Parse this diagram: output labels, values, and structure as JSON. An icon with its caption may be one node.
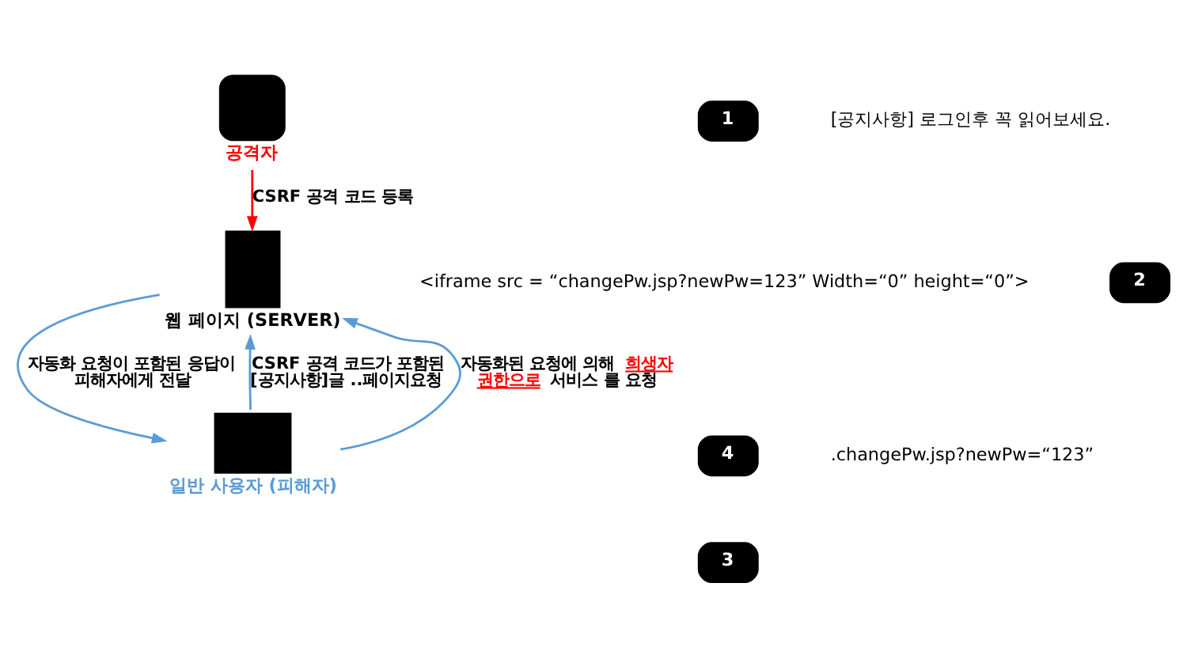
{
  "diagram": {
    "nodes": [
      {
        "text": [],
        "shape": "person",
        "beside": [
          "공격자"
        ]
      },
      {
        "text": [],
        "shape": "server",
        "beside": [
          "웹 페이지 (SERVER)"
        ]
      },
      {
        "text": [],
        "shape": "computer",
        "beside": [
          "일반 사용자 (피해자)"
        ]
      }
    ],
    "edges": [
      {
        "from": 0,
        "to": 1,
        "arrow": "to",
        "color": "#ff0000",
        "label": "CSRF 공격 코드 등록"
      },
      {
        "from": 2,
        "to": 1,
        "arrow": "to",
        "label": "CSRF 공격 코드가 포함된 [공지사항]글 ..페이지요청"
      },
      {
        "from": 1,
        "to": 2,
        "arrow": "to",
        "label": "자동화 요청이 포함된 응답이 피해자에게 전달"
      },
      {
        "from": 2,
        "to": 1,
        "arrow": "to",
        "label": "자동화된 요청에 의해 **희생자 권한으로** 서비스 를 요청"
      }
    ],
    "labels": [
      "1",
      "[공지사항] 로그인후 꼭 읽어보세요.",
      "<iframe src = “changePw.jsp?newPw=123” Width=“0” height=“0”>",
      "2",
      "4",
      ".changePw.jsp?newPw=“123”",
      "3"
    ]
  }
}
